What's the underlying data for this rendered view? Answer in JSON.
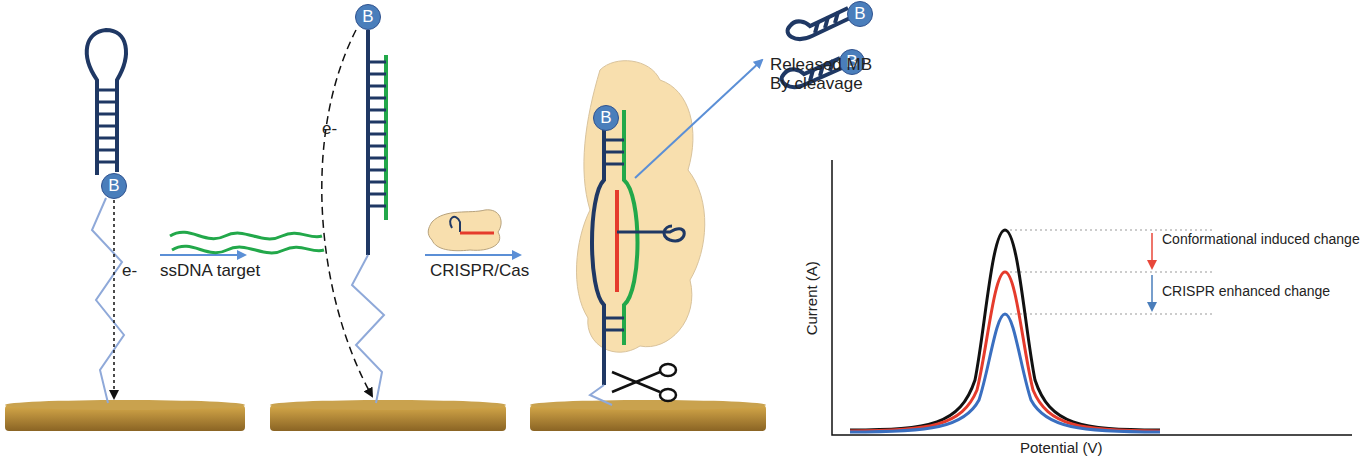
{
  "diagram": {
    "nodes": [
      {
        "text": [
          "B"
        ]
      },
      {
        "text": [
          "B"
        ]
      },
      {
        "text": [
          "B"
        ]
      },
      {
        "text": [
          "B"
        ]
      },
      {
        "text": [
          "B"
        ]
      }
    ],
    "labels": [
      "e-",
      "ssDNA target",
      "e-",
      "CRISPR/Cas",
      "Released MB By cleavage",
      "Conformational induced change",
      "CRISPR enhanced change",
      "Current (A)",
      "Potential (V)"
    ]
  }
}
